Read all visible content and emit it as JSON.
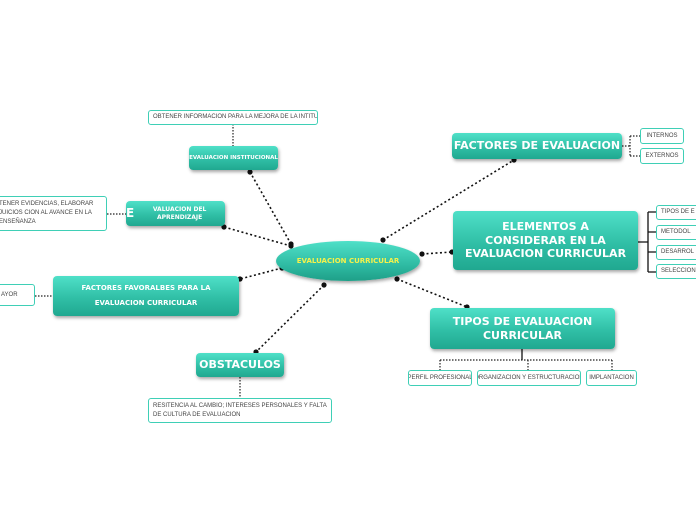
{
  "center": "EVALUACION CURRICULAR",
  "factores_evaluacion": {
    "title": "FACTORES DE EVALUACION",
    "items": [
      "INTERNOS",
      "EXTERNOS"
    ]
  },
  "elementos": {
    "title": "ELEMENTOS A CONSIDERAR EN LA EVALUACION CURRICULAR",
    "items": [
      "TIPOS DE E",
      "METODOL",
      "DESARROL",
      "SELECCION"
    ]
  },
  "tipos": {
    "title": "TIPOS DE EVALUACION CURRICULAR",
    "items": [
      "PERFIL PROFESIONAL",
      "ORGANIZACION Y ESTRUCTURACION",
      "IMPLANTACION"
    ]
  },
  "obstaculos": {
    "title": "OBSTACULOS",
    "note": "RESITENCIA AL CAMBIO; INTERESES PERSONALES Y FALTA DE CULTURA DE EVALUACION"
  },
  "factores_favorables": {
    "title": "FACTORES FAVORALBES PARA LA EVALUACION CURRICULAR",
    "note": "AYOR"
  },
  "aprendizaje": {
    "title_initial": "E",
    "title_rest": "VALUACION DEL APRENDIZAJE",
    "note": "TENER EVIDENCIAS, ELABORAR JUICIOS CION AL AVANCE EN LA ENSEÑANZA"
  },
  "institucional": {
    "title": "EVALUACION INSTITUCIONAL",
    "note": "OBTENER INFORMACION PARA LA MEJORA DE LA INTITUCION"
  }
}
